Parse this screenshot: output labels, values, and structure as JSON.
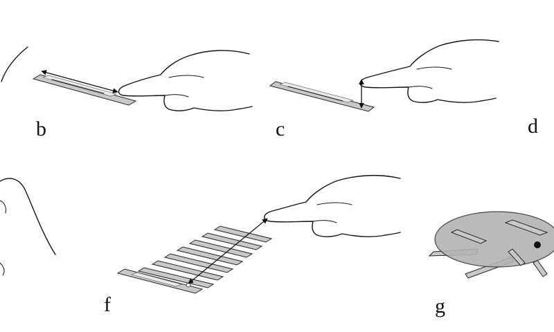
{
  "panels": {
    "b": {
      "label": "b"
    },
    "c": {
      "label": "c"
    },
    "d": {
      "label": "d"
    },
    "f": {
      "label": "f"
    },
    "g": {
      "label": "g"
    }
  },
  "colors": {
    "ink": "#111111",
    "strip_fill": "#c9c9c9",
    "disc_fill": "#b3b3b3",
    "background": "#ffffff"
  },
  "icons": [
    "pointing-hand-icon",
    "test-strip-icon",
    "double-arrow-icon",
    "rotating-disc-icon"
  ]
}
